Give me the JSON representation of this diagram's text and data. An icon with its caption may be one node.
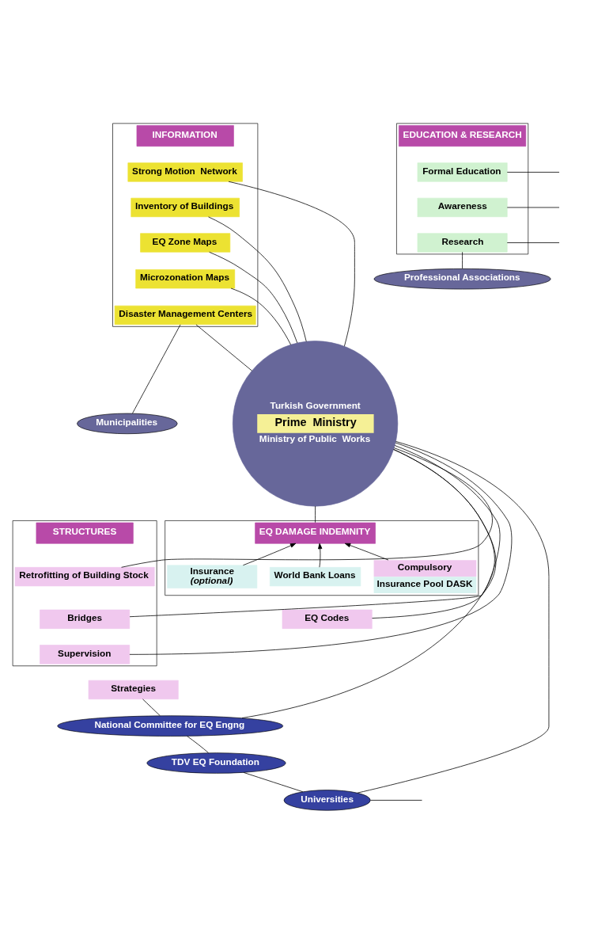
{
  "diagram": {
    "nodes": [
      {
        "text": [
          "INFORMATION"
        ]
      },
      {
        "text": [
          "Strong Motion  Network"
        ],
        "in": 0
      },
      {
        "text": [
          "Inventory of Buildings"
        ],
        "in": 0
      },
      {
        "text": [
          "EQ Zone Maps"
        ],
        "in": 0
      },
      {
        "text": [
          "Microzonation Maps"
        ],
        "in": 0
      },
      {
        "text": [
          "Disaster Management Centers"
        ],
        "in": 0
      },
      {
        "text": [
          "EDUCATION & RESEARCH"
        ]
      },
      {
        "text": [
          "Formal Education"
        ],
        "in": 6
      },
      {
        "text": [
          "Awareness"
        ],
        "in": 6
      },
      {
        "text": [
          "Research"
        ],
        "in": 6
      },
      {
        "text": [
          "Professional Associations"
        ]
      },
      {
        "text": [
          "Municipalities"
        ]
      },
      {
        "text": [
          "Turkish Government",
          "Prime  Ministry",
          "Ministry of Public  Works"
        ]
      },
      {
        "text": [
          "STRUCTURES"
        ]
      },
      {
        "text": [
          "Retrofitting of Building Stock"
        ],
        "in": 13
      },
      {
        "text": [
          "Bridges"
        ],
        "in": 13
      },
      {
        "text": [
          "Supervision"
        ],
        "in": 13
      },
      {
        "text": [
          "EQ DAMAGE INDEMNITY"
        ]
      },
      {
        "text": [
          "Insurance",
          "(optional)"
        ],
        "in": 17
      },
      {
        "text": [
          "World Bank Loans"
        ],
        "in": 17
      },
      {
        "text": [
          "Compulsory",
          "Insurance Pool DASK"
        ],
        "in": 17
      },
      {
        "text": [
          "Strategies"
        ]
      },
      {
        "text": [
          "National Committee for EQ Engng"
        ]
      },
      {
        "text": [
          "TDV EQ Foundation"
        ]
      },
      {
        "text": [
          "EQ Codes"
        ]
      },
      {
        "text": [
          "Universities"
        ]
      }
    ],
    "edges": [
      {
        "from": 1,
        "to": 12,
        "arrow": "none"
      },
      {
        "from": 2,
        "to": 12,
        "arrow": "none"
      },
      {
        "from": 3,
        "to": 12,
        "arrow": "none"
      },
      {
        "from": 4,
        "to": 12,
        "arrow": "none"
      },
      {
        "from": 5,
        "to": 12,
        "arrow": "none"
      },
      {
        "from": 7,
        "to": null,
        "arrow": "none"
      },
      {
        "from": 8,
        "to": null,
        "arrow": "none"
      },
      {
        "from": 9,
        "to": null,
        "arrow": "none"
      },
      {
        "from": 9,
        "to": 10,
        "arrow": "none"
      },
      {
        "from": 5,
        "to": 11,
        "arrow": "none"
      },
      {
        "from": 14,
        "to": 12,
        "arrow": "none"
      },
      {
        "from": 15,
        "to": 12,
        "arrow": "none"
      },
      {
        "from": 16,
        "to": 12,
        "arrow": "none"
      },
      {
        "from": 12,
        "to": 17,
        "arrow": "none"
      },
      {
        "from": 19,
        "to": 17,
        "arrow": "to"
      },
      {
        "from": 18,
        "to": 17,
        "arrow": "to"
      },
      {
        "from": 20,
        "to": 17,
        "arrow": "to"
      },
      {
        "from": 21,
        "to": 22,
        "arrow": "none"
      },
      {
        "from": 12,
        "to": 22,
        "arrow": "none"
      },
      {
        "from": 12,
        "to": 24,
        "arrow": "none"
      },
      {
        "from": 12,
        "to": 25,
        "arrow": "none"
      },
      {
        "from": 23,
        "to": 22,
        "arrow": "none"
      },
      {
        "from": 23,
        "to": 25,
        "arrow": "none"
      },
      {
        "from": 25,
        "to": null,
        "arrow": "none"
      }
    ]
  }
}
